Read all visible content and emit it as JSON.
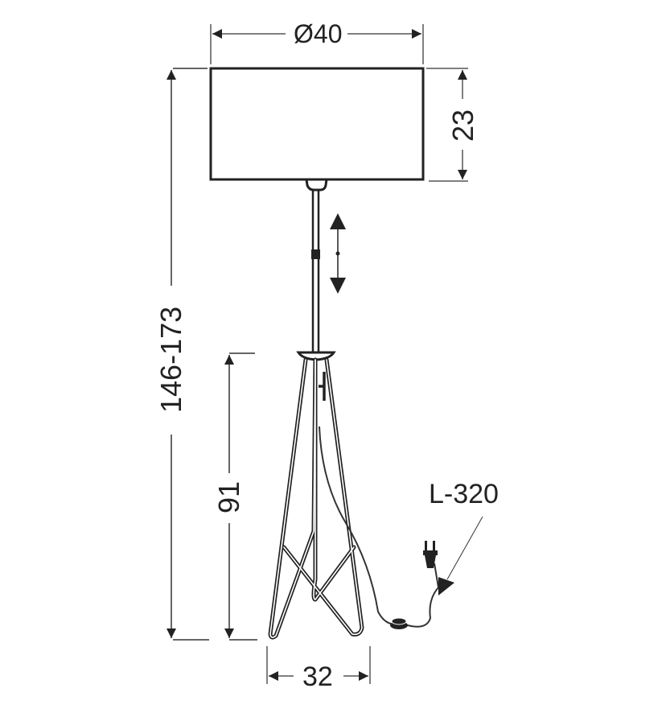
{
  "diagram": {
    "subject": "Tripod floor lamp dimension drawing",
    "units": "cm",
    "colors": {
      "line": "#222222",
      "dim_line": "#555555",
      "background": "#ffffff"
    },
    "dimensions": {
      "shade_diameter": "Ø40",
      "shade_height": "23",
      "total_height": "146-173",
      "base_height": "91",
      "base_width": "32",
      "cable_length": "L-320"
    },
    "annotations": {
      "adjustable_height_arrow": "height-adjustable-arrow"
    }
  }
}
